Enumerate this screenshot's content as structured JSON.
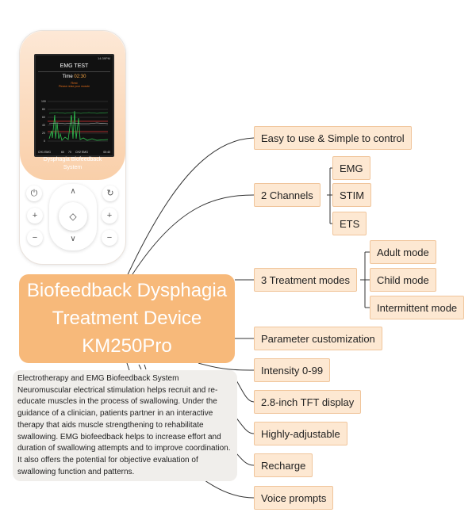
{
  "device": {
    "status_time": "14:39PM",
    "screen_title": "EMG TEST",
    "time_label": "Time",
    "time_value": "02:30",
    "rest_label": "Rest",
    "prompt": "Please relax your muscle",
    "y_ticks": [
      "100",
      "80",
      "60",
      "40",
      "20",
      "0"
    ],
    "footer_left": "CH1 EMG",
    "footer_mid": "CH2 EMG",
    "footer_x_ticks": [
      "60",
      "70"
    ],
    "footer_right": "00:40",
    "label_line1": "Dysphagia Biofeedback",
    "label_line2": "System",
    "buttons": [
      "power-icon",
      "refresh-icon",
      "plus-icon",
      "plus-icon",
      "minus-icon",
      "minus-icon"
    ],
    "dpad": [
      "chevron-up-icon",
      "diamond-icon",
      "chevron-down-icon"
    ]
  },
  "main": {
    "line1": "Biofeedback Dysphagia",
    "line2": "Treatment Device",
    "line3": "KM250Pro"
  },
  "description": {
    "text": "Electrotherapy and EMG Biofeedback System\nNeuromuscular electrical stimulation helps recruit and re-educate muscles in the process of swallowing. Under the guidance of a clinician, patients partner in an interactive therapy that aids muscle strengthening to rehabilitate swallowing. EMG biofeedback helps to increase effort and duration of swallowing attempts and to improve coordination. It also offers the potential for objective evaluation of swallowing function and patterns."
  },
  "features": {
    "easy": "Easy to use & Simple to control",
    "channels": "2 Channels",
    "channel_items": [
      "EMG",
      "STIM",
      "ETS"
    ],
    "modes": "3 Treatment modes",
    "mode_items": [
      "Adult mode",
      "Child mode",
      "Intermittent mode"
    ],
    "param": "Parameter customization",
    "intensity": "Intensity 0-99",
    "display": "2.8-inch TFT display",
    "adjustable": "Highly-adjustable",
    "recharge": "Recharge",
    "voice": "Voice prompts"
  },
  "colors": {
    "main_node": "#f7b97a",
    "node_fill": "#fde8d2",
    "node_border": "#f0c59b",
    "connector": "#333333",
    "description_fill": "#f0eeeb"
  }
}
